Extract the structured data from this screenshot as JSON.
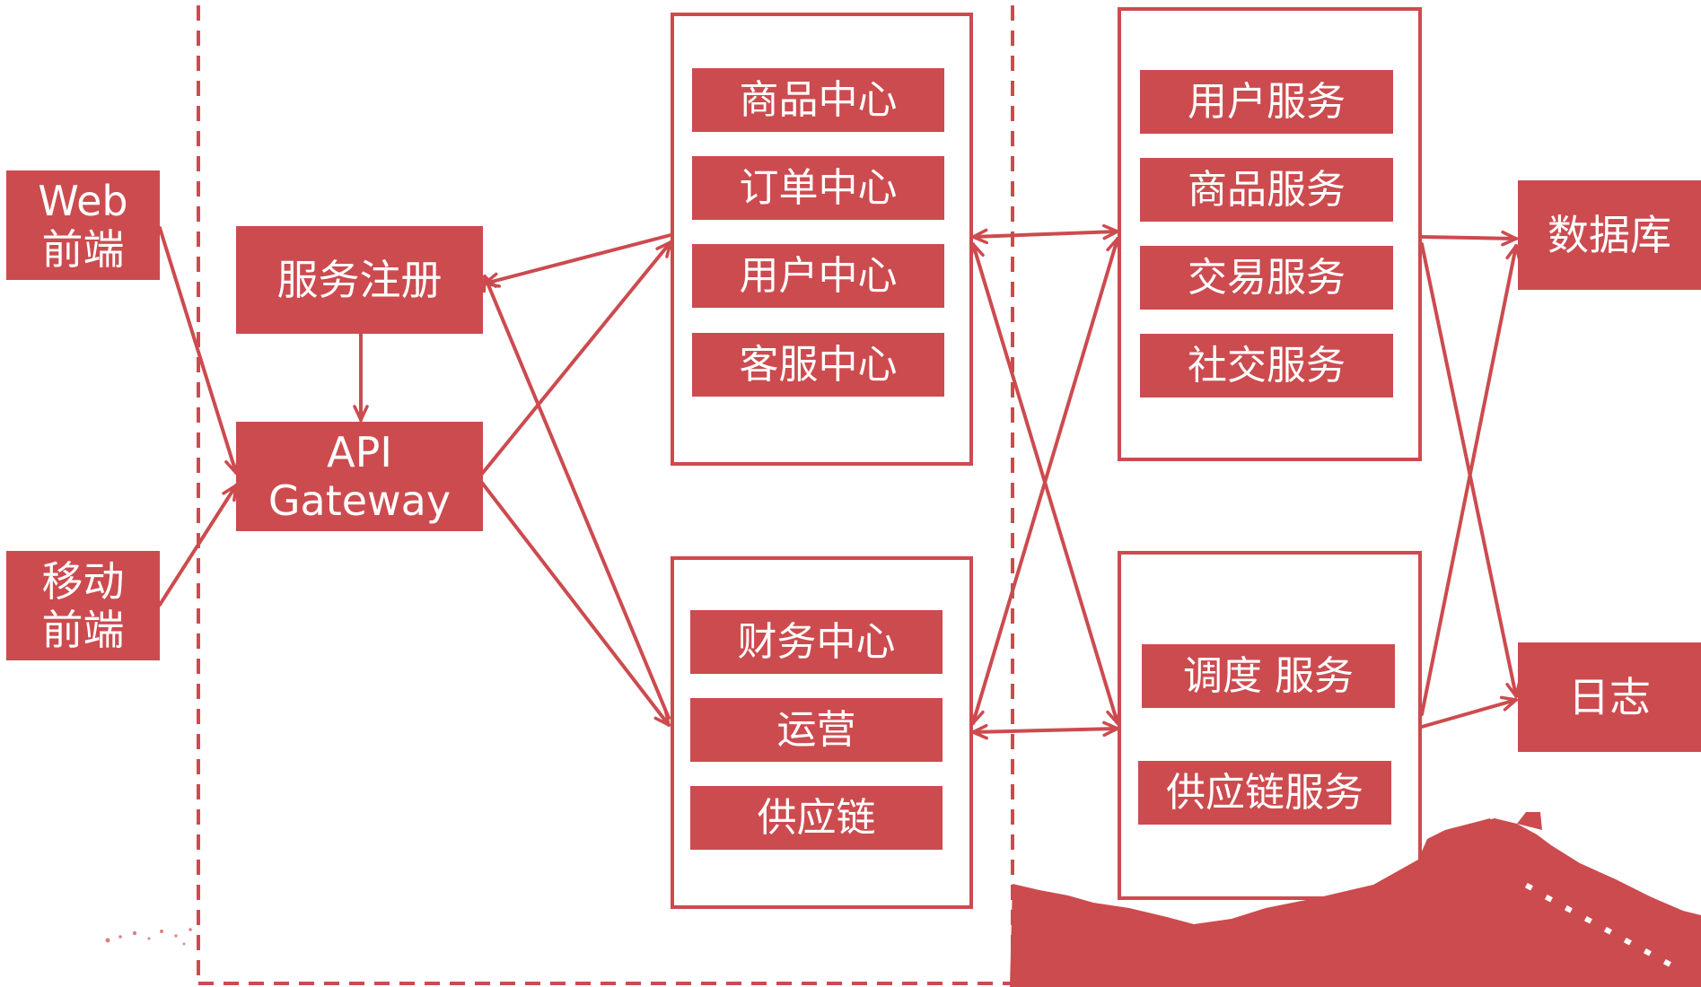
{
  "colors": {
    "accent": "#cc4b4f",
    "background": "#ffffff"
  },
  "clients": {
    "web": [
      "Web",
      "前端"
    ],
    "mobile": [
      "移动",
      "前端"
    ]
  },
  "registry": "服务注册",
  "gateway": [
    "API",
    "Gateway"
  ],
  "center_top": [
    "商品中心",
    "订单中心",
    "用户中心",
    "客服中心"
  ],
  "center_bottom": [
    "财务中心",
    "运营",
    "供应链"
  ],
  "service_top": [
    "用户服务",
    "商品服务",
    "交易服务",
    "社交服务"
  ],
  "service_bottom": [
    "调度 服务",
    "供应链服务"
  ],
  "storage": {
    "database": "数据库",
    "log": "日志"
  },
  "decoration": "great-wall-silhouette"
}
